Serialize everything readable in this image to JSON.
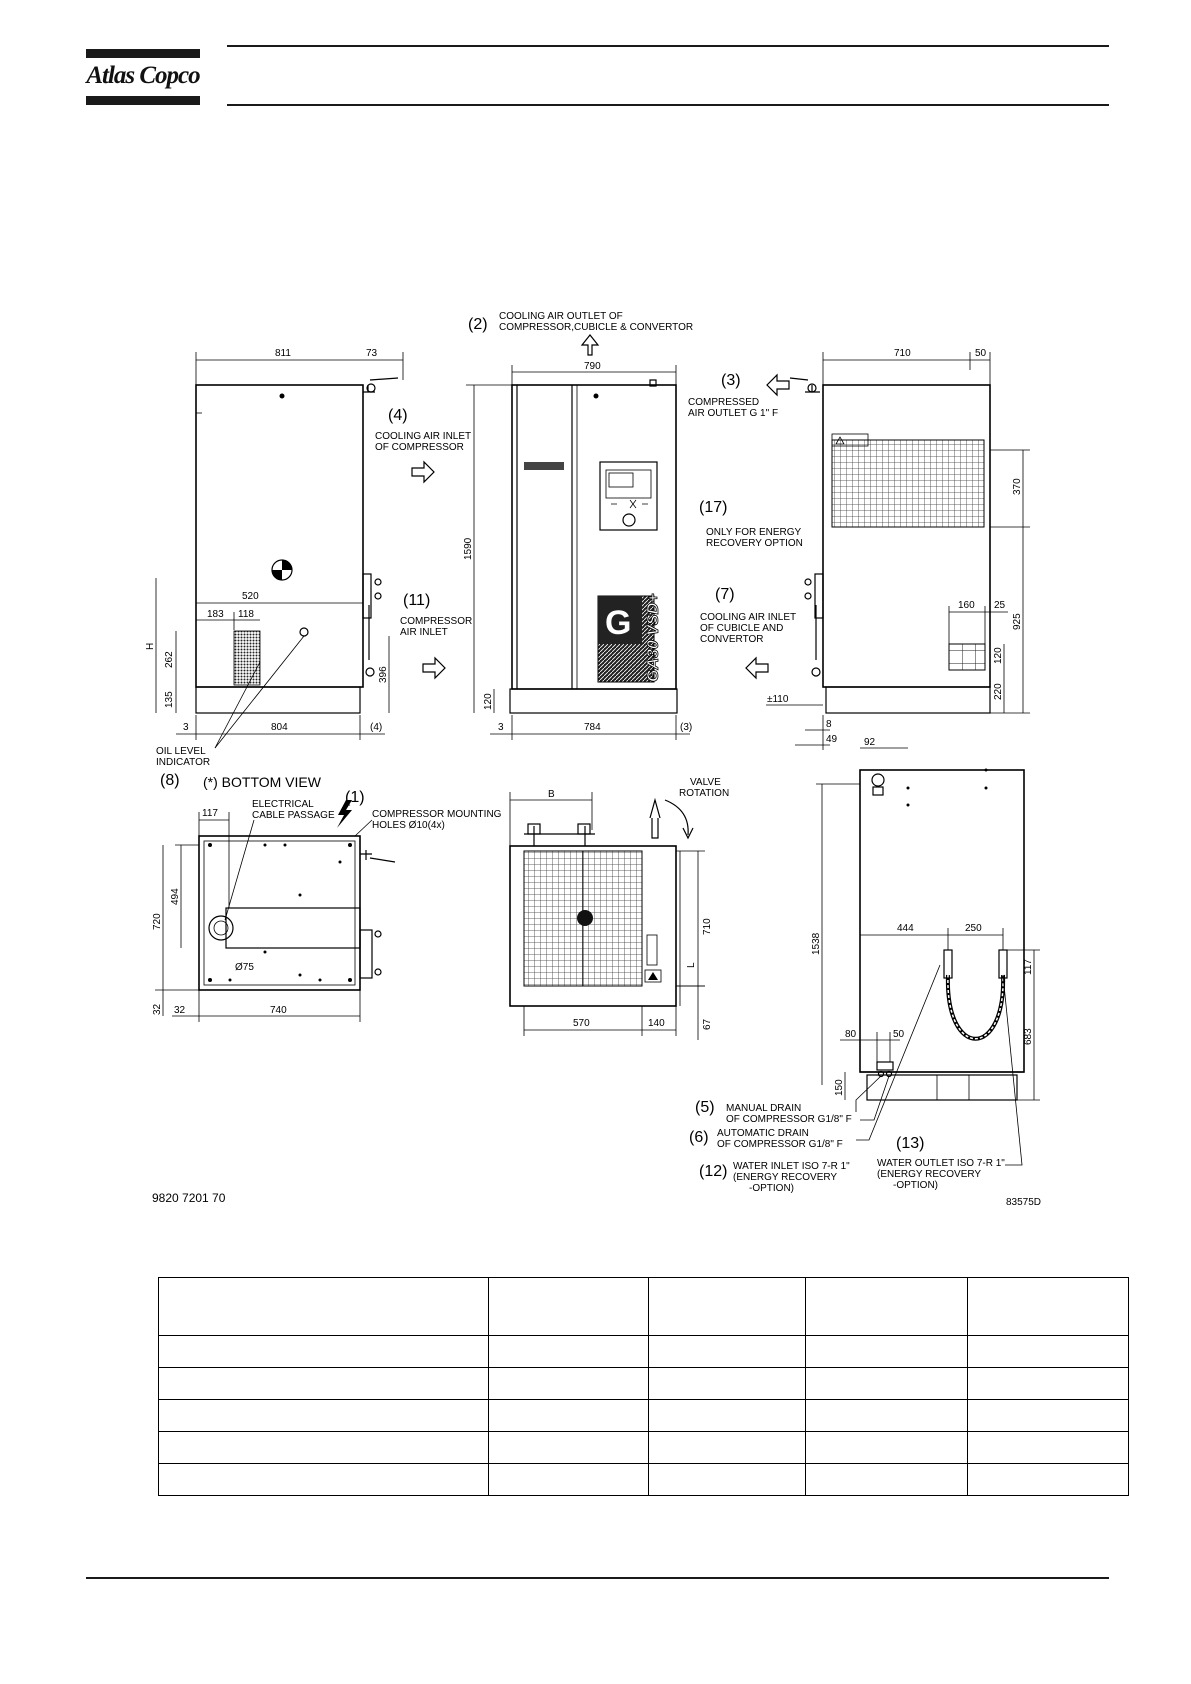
{
  "header": {
    "brand": "Atlas Copco"
  },
  "drawing": {
    "number": "9820 7201 70",
    "reference": "83575D",
    "callouts": {
      "c1": "(1)",
      "c2": "(2)",
      "c3": "(3)",
      "c4": "(4)",
      "c5": "(5)",
      "c6": "(6)",
      "c7": "(7)",
      "c8": "(8)",
      "c11": "(11)",
      "c12": "(12)",
      "c13": "(13)",
      "c17": "(17)"
    },
    "labels": {
      "l2a": "COOLING AIR OUTLET OF",
      "l2b": "COMPRESSOR,CUBICLE & CONVERTOR",
      "l3a": "COMPRESSED",
      "l3b": "AIR OUTLET G 1\" F",
      "l4a": "COOLING AIR INLET",
      "l4b": "OF COMPRESSOR",
      "l17a": "ONLY FOR ENERGY",
      "l17b": "RECOVERY OPTION",
      "l7a": "COOLING AIR INLET",
      "l7b": "OF CUBICLE AND",
      "l7c": "CONVERTOR",
      "l11a": "COMPRESSOR",
      "l11b": "AIR INLET",
      "l8a": "OIL LEVEL",
      "l8b": "INDICATOR",
      "bottom_view": "(*) BOTTOM VIEW",
      "cable_a": "ELECTRICAL",
      "cable_b": "CABLE PASSAGE",
      "holes_a": "COMPRESSOR MOUNTING",
      "holes_b": "HOLES Ø10(4x)",
      "valve_a": "VALVE",
      "valve_b": "ROTATION",
      "l5a": "MANUAL DRAIN",
      "l5b": "OF COMPRESSOR G1/8\" F",
      "l6a": "AUTOMATIC DRAIN",
      "l6b": "OF COMPRESSOR G1/8\" F",
      "l12a": "WATER INLET ISO 7-R 1\"",
      "l12b": "(ENERGY RECOVERY",
      "l12c": "-OPTION)",
      "l13a": "WATER OUTLET ISO 7-R 1\"",
      "l13b": "(ENERGY RECOVERY",
      "l13c": "-OPTION)",
      "model": "GA30 VSD+",
      "g_badge": "G",
      "dia75": "Ø75"
    },
    "dims": {
      "d811": "811",
      "d73": "73",
      "d520": "520",
      "d183": "183",
      "d118": "118",
      "dH": "H",
      "d262": "262",
      "d135": "135",
      "d396": "396",
      "d3a": "3",
      "d804": "804",
      "d4": "(4)",
      "d790": "790",
      "d1590": "1590",
      "d120a": "120",
      "d3b": "3",
      "d784": "784",
      "d3c": "(3)",
      "d710": "710",
      "d50": "50",
      "d370": "370",
      "d925": "925",
      "d160": "160",
      "d25": "25",
      "d120b": "120",
      "d220": "220",
      "d110": "±110",
      "d8": "8",
      "d49": "49",
      "d117a": "117",
      "d494": "494",
      "d720": "720",
      "d32a": "32",
      "d32b": "32",
      "d740": "740",
      "dB": "B",
      "d710b": "710",
      "dL": "L",
      "d570": "570",
      "d140": "140",
      "d67": "67",
      "d92": "92",
      "d1538": "1538",
      "d444": "444",
      "d250": "250",
      "d117b": "117",
      "d683": "683",
      "d80": "80",
      "d50b": "50",
      "d150": "150"
    }
  },
  "table": {
    "rows": [
      [
        "",
        "",
        "",
        "",
        ""
      ],
      [
        "",
        "",
        "",
        "",
        ""
      ],
      [
        "",
        "",
        "",
        "",
        ""
      ],
      [
        "",
        "",
        "",
        "",
        ""
      ],
      [
        "",
        "",
        "",
        "",
        ""
      ],
      [
        "",
        "",
        "",
        "",
        ""
      ]
    ]
  }
}
